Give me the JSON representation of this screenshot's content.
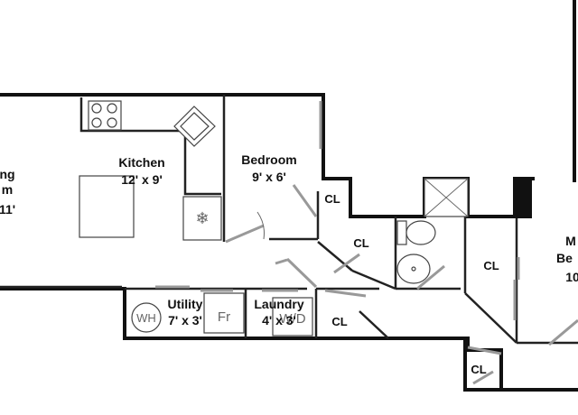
{
  "rooms": {
    "living": {
      "name": "ng",
      "name2": "m",
      "dim": "11'"
    },
    "kitchen": {
      "name": "Kitchen",
      "dim": "12' x 9'"
    },
    "bedroom": {
      "name": "Bedroom",
      "dim": "9' x 6'"
    },
    "utility": {
      "name": "Utility",
      "dim": "7' x 3'"
    },
    "laundry": {
      "name": "Laundry",
      "dim": "4' x 3'"
    },
    "master": {
      "name": "M",
      "name2": "Be",
      "dim": "10"
    }
  },
  "closets": {
    "cl1": "CL",
    "cl2": "CL",
    "cl3": "CL",
    "cl4": "CL",
    "cl5": "CL"
  },
  "symbols": {
    "water_heater": "WH",
    "fridge": "Fr",
    "washer_dryer": "W/D",
    "freezer_icon": "❄"
  }
}
